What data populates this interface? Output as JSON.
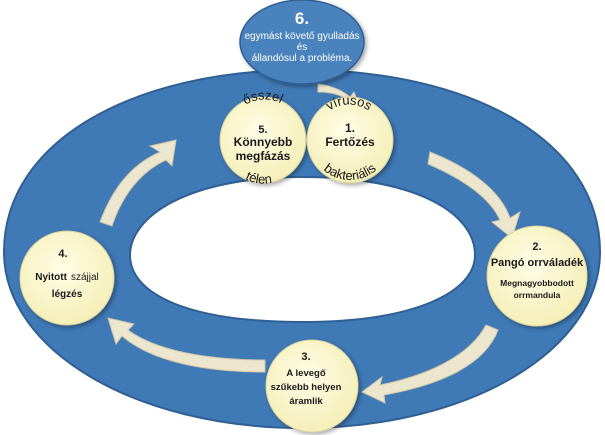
{
  "colors": {
    "ring": "#3f79b6",
    "ring_edge": "#2f5f93",
    "node_fill": "#fbf6c8",
    "node_edge": "#d9d2a0",
    "arrow": "#ece6cf",
    "top_node": "#4a82bd"
  },
  "top": {
    "number": "6.",
    "line1": "egymást követő gyulladás",
    "line2": "és",
    "line3": "állandósul a probléma."
  },
  "nodes": {
    "n1": {
      "number": "1.",
      "label": "Fertőzés",
      "arc_top": "vírusos",
      "arc_bottom": "bakteriális"
    },
    "n2": {
      "number": "2.",
      "label": "Pangó orrváladék",
      "sub1": "Megnagyobbodott",
      "sub2": "orrmandula"
    },
    "n3": {
      "number": "3.",
      "line1": "A levegő",
      "line2": "szűkebb helyen",
      "line3": "áramlik"
    },
    "n4": {
      "number": "4.",
      "line1_bold": "Nyitott",
      "line1_rest": "szájjal",
      "line2": "légzés"
    },
    "n5": {
      "number": "5.",
      "line1": "Könnyebb",
      "line2": "megfázás",
      "arc_top": "ősszel",
      "arc_bottom": "télen"
    }
  }
}
